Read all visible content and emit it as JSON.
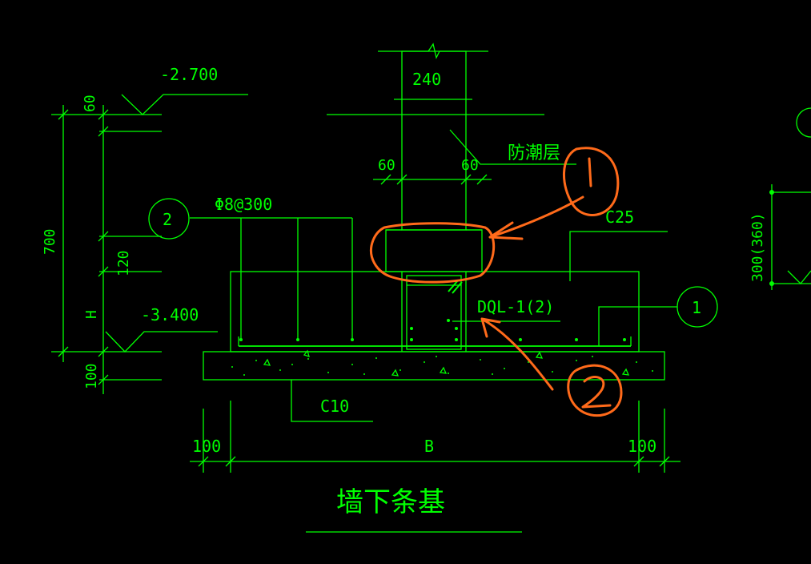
{
  "drawing": {
    "elev_top": "-2.700",
    "elev_bottom": "-3.400",
    "dim_60_left": "60",
    "dim_700": "700",
    "dim_120": "120",
    "dim_H": "H",
    "dim_100_left_vert": "100",
    "wall_width": "240",
    "dim_60_a": "60",
    "dim_60_b": "60",
    "damp_proof_label": "防潮层",
    "rebar_label": "Φ8@300",
    "concrete_c25": "C25",
    "beam_label": "DQL-1(2)",
    "concrete_c10": "C10",
    "dim_100_a": "100",
    "dim_B": "B",
    "dim_100_b": "100",
    "right_dim": "300(360)",
    "callout_2": "2",
    "callout_1": "1",
    "title": "墙下条基"
  },
  "colors": {
    "line": "#00ff00",
    "annotation": "#ff6a1a",
    "background": "#000000"
  }
}
